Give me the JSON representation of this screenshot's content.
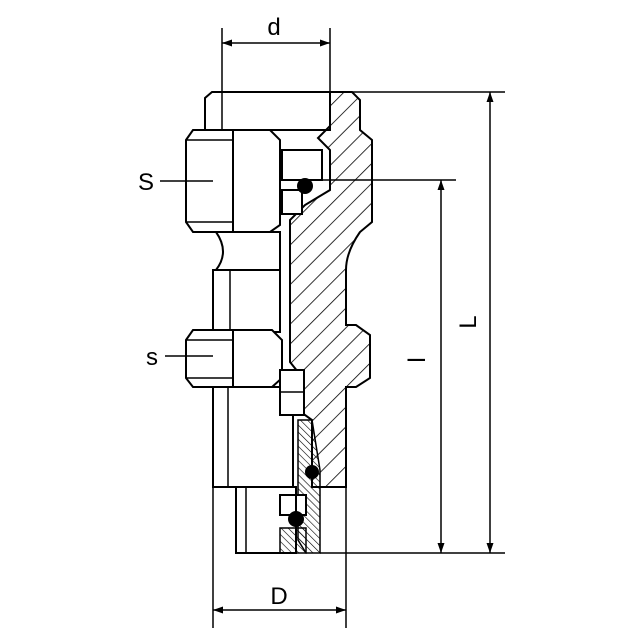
{
  "drawing": {
    "labels": {
      "d": "d",
      "S": "S",
      "s": "s",
      "l": "l",
      "L": "L",
      "D": "D"
    }
  }
}
